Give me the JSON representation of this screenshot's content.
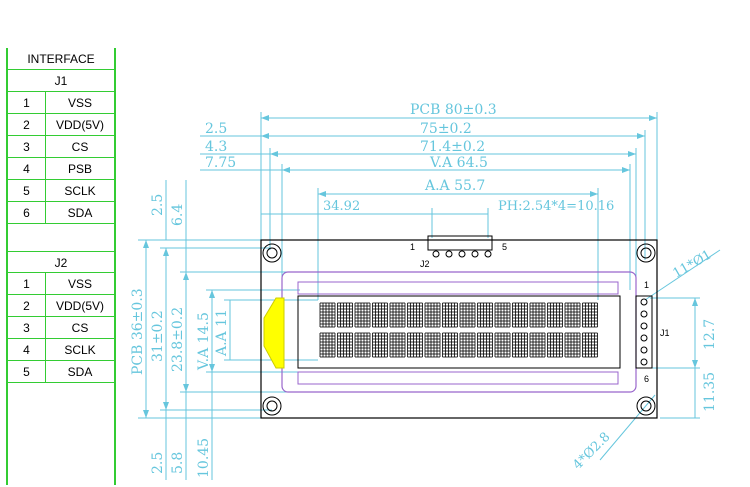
{
  "interface": {
    "title": "INTERFACE",
    "j1": {
      "title": "J1",
      "rows": [
        {
          "num": "1",
          "name": "VSS"
        },
        {
          "num": "2",
          "name": "VDD(5V)"
        },
        {
          "num": "3",
          "name": "CS"
        },
        {
          "num": "4",
          "name": "PSB"
        },
        {
          "num": "5",
          "name": "SCLK"
        },
        {
          "num": "6",
          "name": "SDA"
        }
      ]
    },
    "j2": {
      "title": "J2",
      "rows": [
        {
          "num": "1",
          "name": "VSS"
        },
        {
          "num": "2",
          "name": "VDD(5V)"
        },
        {
          "num": "3",
          "name": "CS"
        },
        {
          "num": "4",
          "name": "SCLK"
        },
        {
          "num": "5",
          "name": "SDA"
        }
      ]
    }
  },
  "dimensions": {
    "pcb_width": "PCB 80±0.3",
    "w75": "75±0.2",
    "w71": "71.4±0.2",
    "va_w": "V.A 64.5",
    "aa_w": "A.A 55.7",
    "pitch": "PH:2.54*4=10.16",
    "off_2_5": "2.5",
    "off_4_3": "4.3",
    "off_7_75": "7.75",
    "off_34_92": "34.92",
    "top_2_5": "2.5",
    "top_6_4": "6.4",
    "pcb_h": "PCB 36±0.3",
    "h31": "31±0.2",
    "h23_8": "23.8±0.2",
    "va_h": "V.A 14.5",
    "aa_h": "A.A 11",
    "bot_2_5": "2.5",
    "bot_5_8": "5.8",
    "bot_10_45": "10.45",
    "hole_d": "11*Ø1",
    "j1_span": "12.7",
    "j1_off": "11.35",
    "mount_holes": "4*Ø2.8"
  },
  "labels": {
    "j1": "J1",
    "j2": "J2",
    "j1_pin1": "1",
    "j1_pin6": "6",
    "j2_pin1": "1",
    "j2_pin5": "5"
  },
  "colors": {
    "dimension": "#66c6dd",
    "table_border": "#33cc33",
    "bezel": "#9966cc",
    "backlight": "#ffff00"
  }
}
